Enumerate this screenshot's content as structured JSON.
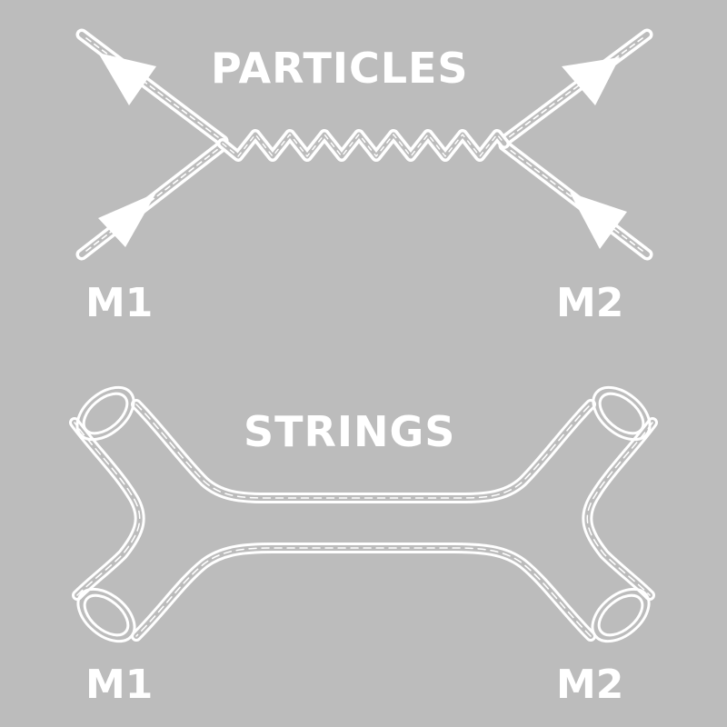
{
  "background_color": "#bcbcbc",
  "line_color": "#ffffff",
  "particles": {
    "title": "PARTICLES",
    "left_label": "M1",
    "right_label": "M2",
    "description": "Feynman diagram: two incoming fermion lines meet at vertices connected by a wavy propagator, two outgoing lines",
    "elements": [
      "incoming-line-left",
      "outgoing-line-left",
      "wavy-propagator",
      "incoming-line-right",
      "outgoing-line-right"
    ]
  },
  "strings": {
    "title": "STRINGS",
    "left_label": "M1",
    "right_label": "M2",
    "description": "String worldsheet: four tubes joined by a smooth surface with open circular ends"
  }
}
